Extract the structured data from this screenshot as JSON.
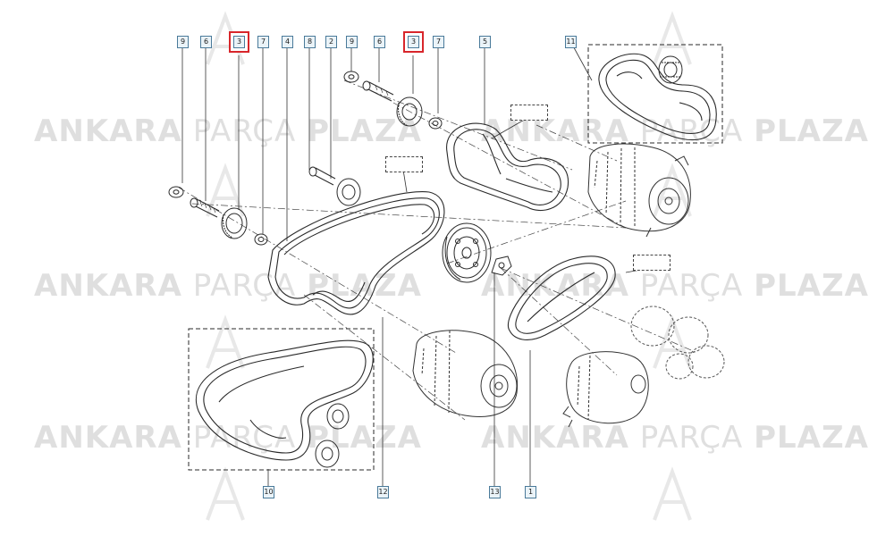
{
  "watermark": {
    "word1": "ANKARA",
    "word2": "PARÇA",
    "word3": "PLAZA",
    "logo_letters": "AP",
    "color": "#b9b9b9"
  },
  "highlight_color": "#d8262b",
  "part_labels": {
    "l9a": "9",
    "l6a": "6",
    "l3a": "3",
    "l7a": "7",
    "l4": "4",
    "l8": "8",
    "l2": "2",
    "l9b": "9",
    "l6b": "6",
    "l3b": "3",
    "l7b": "7",
    "l5": "5",
    "l11": "11",
    "l10": "10",
    "l12": "12",
    "l13": "13",
    "l1": "1"
  },
  "highlighted_labels": [
    "l3a",
    "l3b"
  ]
}
